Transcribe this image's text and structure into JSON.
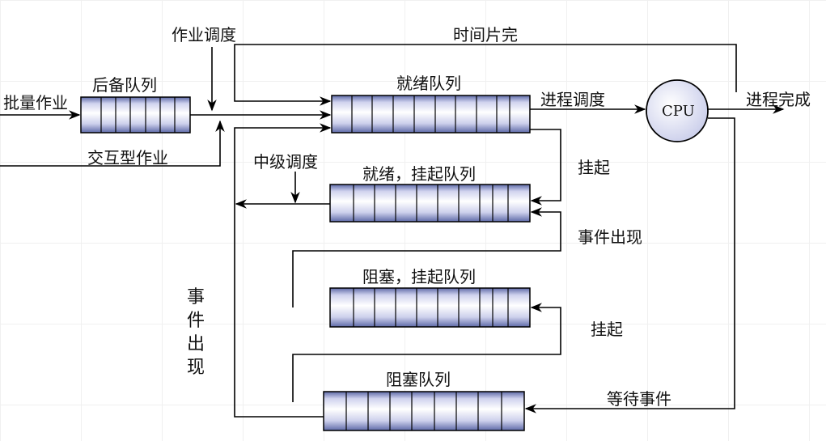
{
  "labels": {
    "batch_job": "批量作业",
    "interactive_job": "交互型作业",
    "backup_queue": "后备队列",
    "job_scheduling": "作业调度",
    "time_slice": "时间片完",
    "ready_queue": "就绪队列",
    "process_scheduling": "进程调度",
    "cpu": "CPU",
    "process_done": "进程完成",
    "suspend_top": "挂起",
    "medium_scheduling": "中级调度",
    "ready_suspended_queue": "就绪，挂起队列",
    "event_occurs_right": "事件出现",
    "blocked_suspended_queue": "阻塞，挂起队列",
    "suspend_bottom": "挂起",
    "event_occurs_left": "事件出现",
    "blocked_queue": "阻塞队列",
    "wait_event": "等待事件"
  },
  "colors": {
    "queue_fill_light": "#f4f4ff",
    "queue_fill_dark": "#5e6aa8",
    "cpu_fill": "#d9dcf2",
    "line": "#000000"
  }
}
